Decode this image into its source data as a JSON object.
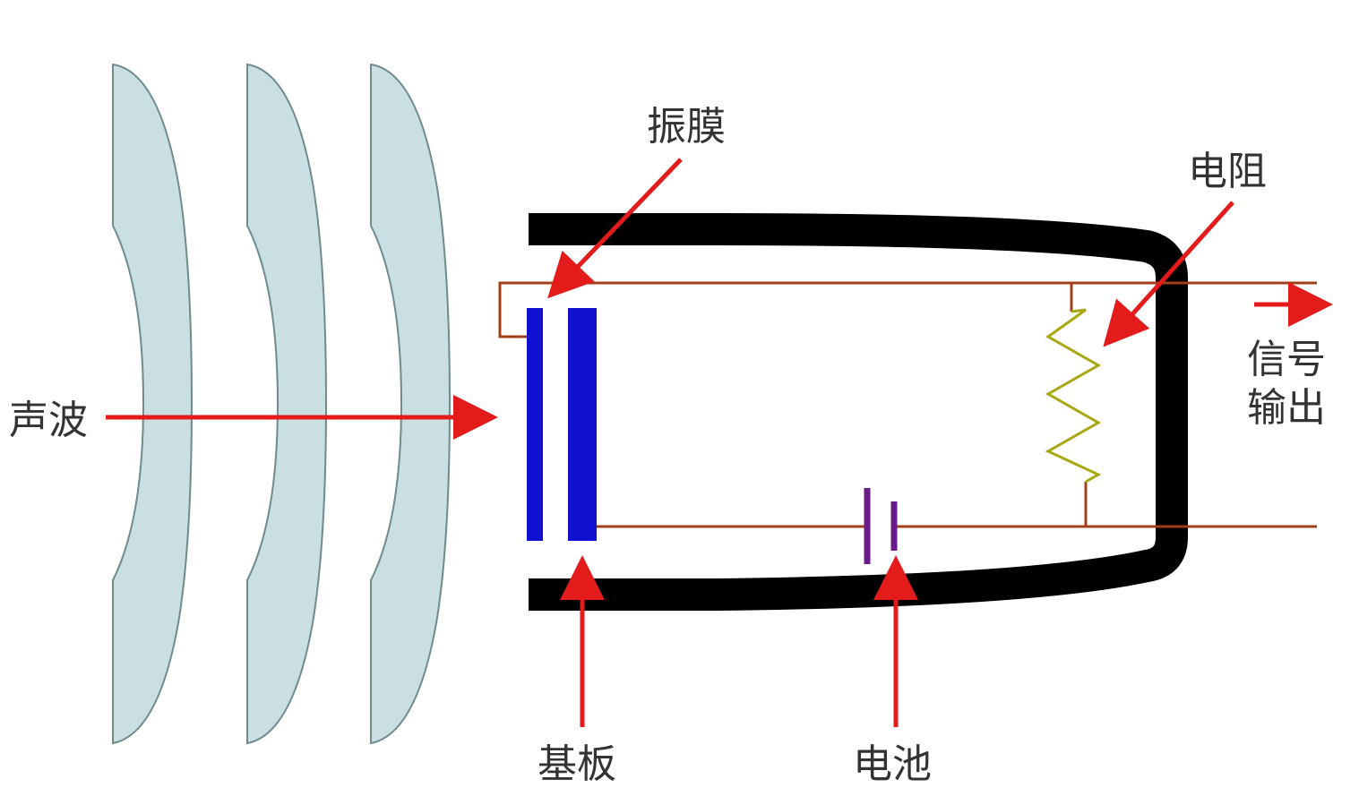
{
  "labels": {
    "sound_wave": "声波",
    "diaphragm": "振膜",
    "resistor": "电阻",
    "signal_output_line1": "信号",
    "signal_output_line2": "输出",
    "substrate": "基板",
    "battery": "电池"
  },
  "colors": {
    "wave_fill": "#c9dfe2",
    "wave_stroke": "#6f8a90",
    "housing": "#000000",
    "arrow": "#e31b1b",
    "wire": "#a0401a",
    "plate": "#1010d0",
    "resistor": "#a8a810",
    "battery": "#6a1a8a",
    "text": "#333333"
  }
}
